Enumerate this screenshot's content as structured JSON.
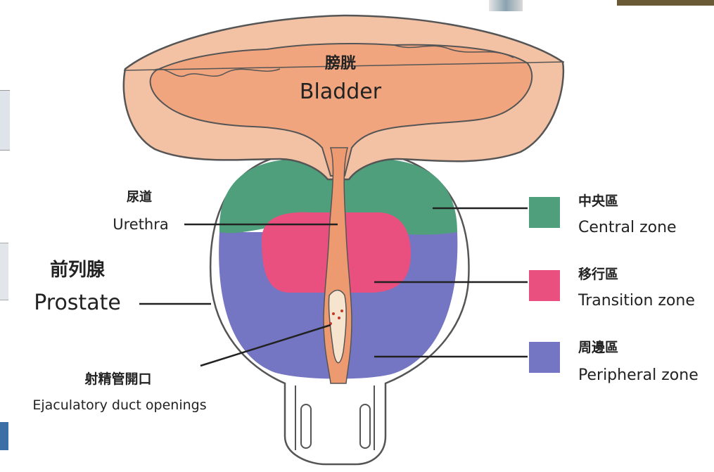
{
  "bladder": {
    "cn": "膀胱",
    "en": "Bladder"
  },
  "urethra": {
    "cn": "尿道",
    "en": "Urethra"
  },
  "prostate": {
    "cn": "前列腺",
    "en": "Prostate"
  },
  "ejaculatory": {
    "cn": "射精管開口",
    "en": "Ejaculatory duct openings"
  },
  "legend": [
    {
      "cn": "中央區",
      "en": "Central zone",
      "color": "#4f9f7c"
    },
    {
      "cn": "移行區",
      "en": "Transition zone",
      "color": "#e9507f"
    },
    {
      "cn": "周邊區",
      "en": "Peripheral zone",
      "color": "#7576c3"
    }
  ],
  "colors": {
    "bladder_wall": "#f3c2a5",
    "bladder_lumen": "#f0a57f",
    "urethra": "#ee9a70",
    "capsule_outline": "#555555"
  }
}
